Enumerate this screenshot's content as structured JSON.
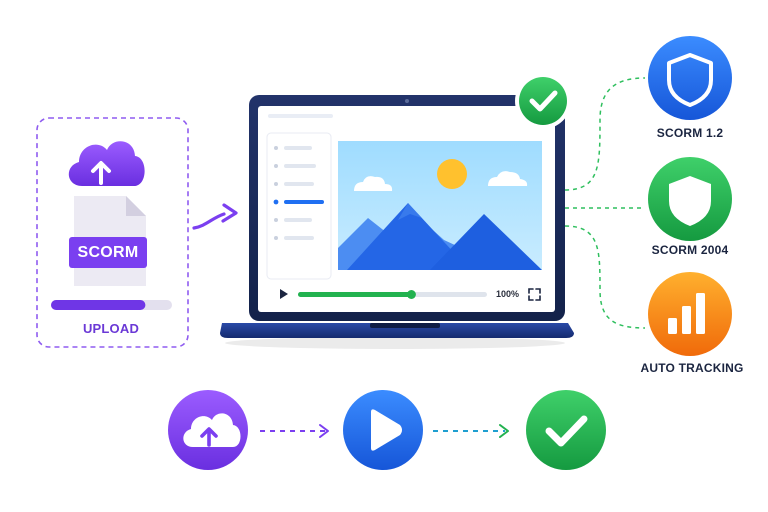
{
  "upload_panel": {
    "file_badge": "SCORM",
    "label": "UPLOAD",
    "progress": 0.78
  },
  "player": {
    "progress": 0.6,
    "zoom_label": "100%"
  },
  "standards": [
    {
      "label": "SCORM 1.2",
      "icon": "shield-icon",
      "color": "#1f6ff2"
    },
    {
      "label": "SCORM 2004",
      "icon": "shield-icon",
      "color": "#22b24f"
    },
    {
      "label": "AUTO TRACKING",
      "icon": "bar-chart-icon",
      "color": "#f58a12"
    }
  ],
  "flow": [
    {
      "icon": "cloud-upload-icon",
      "color": "#7b3ff0"
    },
    {
      "icon": "play-icon",
      "color": "#1f6ff2"
    },
    {
      "icon": "checkmark-icon",
      "color": "#22b24f"
    }
  ],
  "colors": {
    "purple": "#7b3ff0",
    "blue": "#1f6ff2",
    "green": "#22b24f",
    "orange": "#f58a12",
    "navy": "#16244d"
  }
}
